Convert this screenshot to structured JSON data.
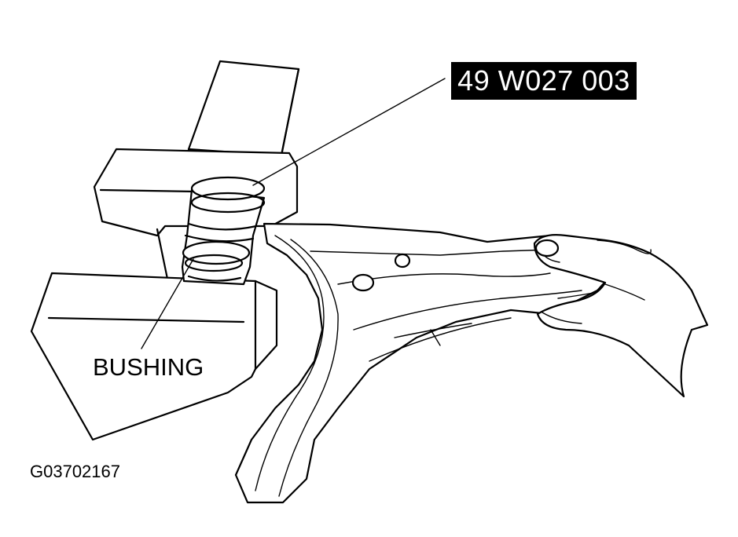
{
  "labels": {
    "tool_number": "49 W027 003",
    "part_name": "BUSHING",
    "figure_code": "G03702167"
  }
}
